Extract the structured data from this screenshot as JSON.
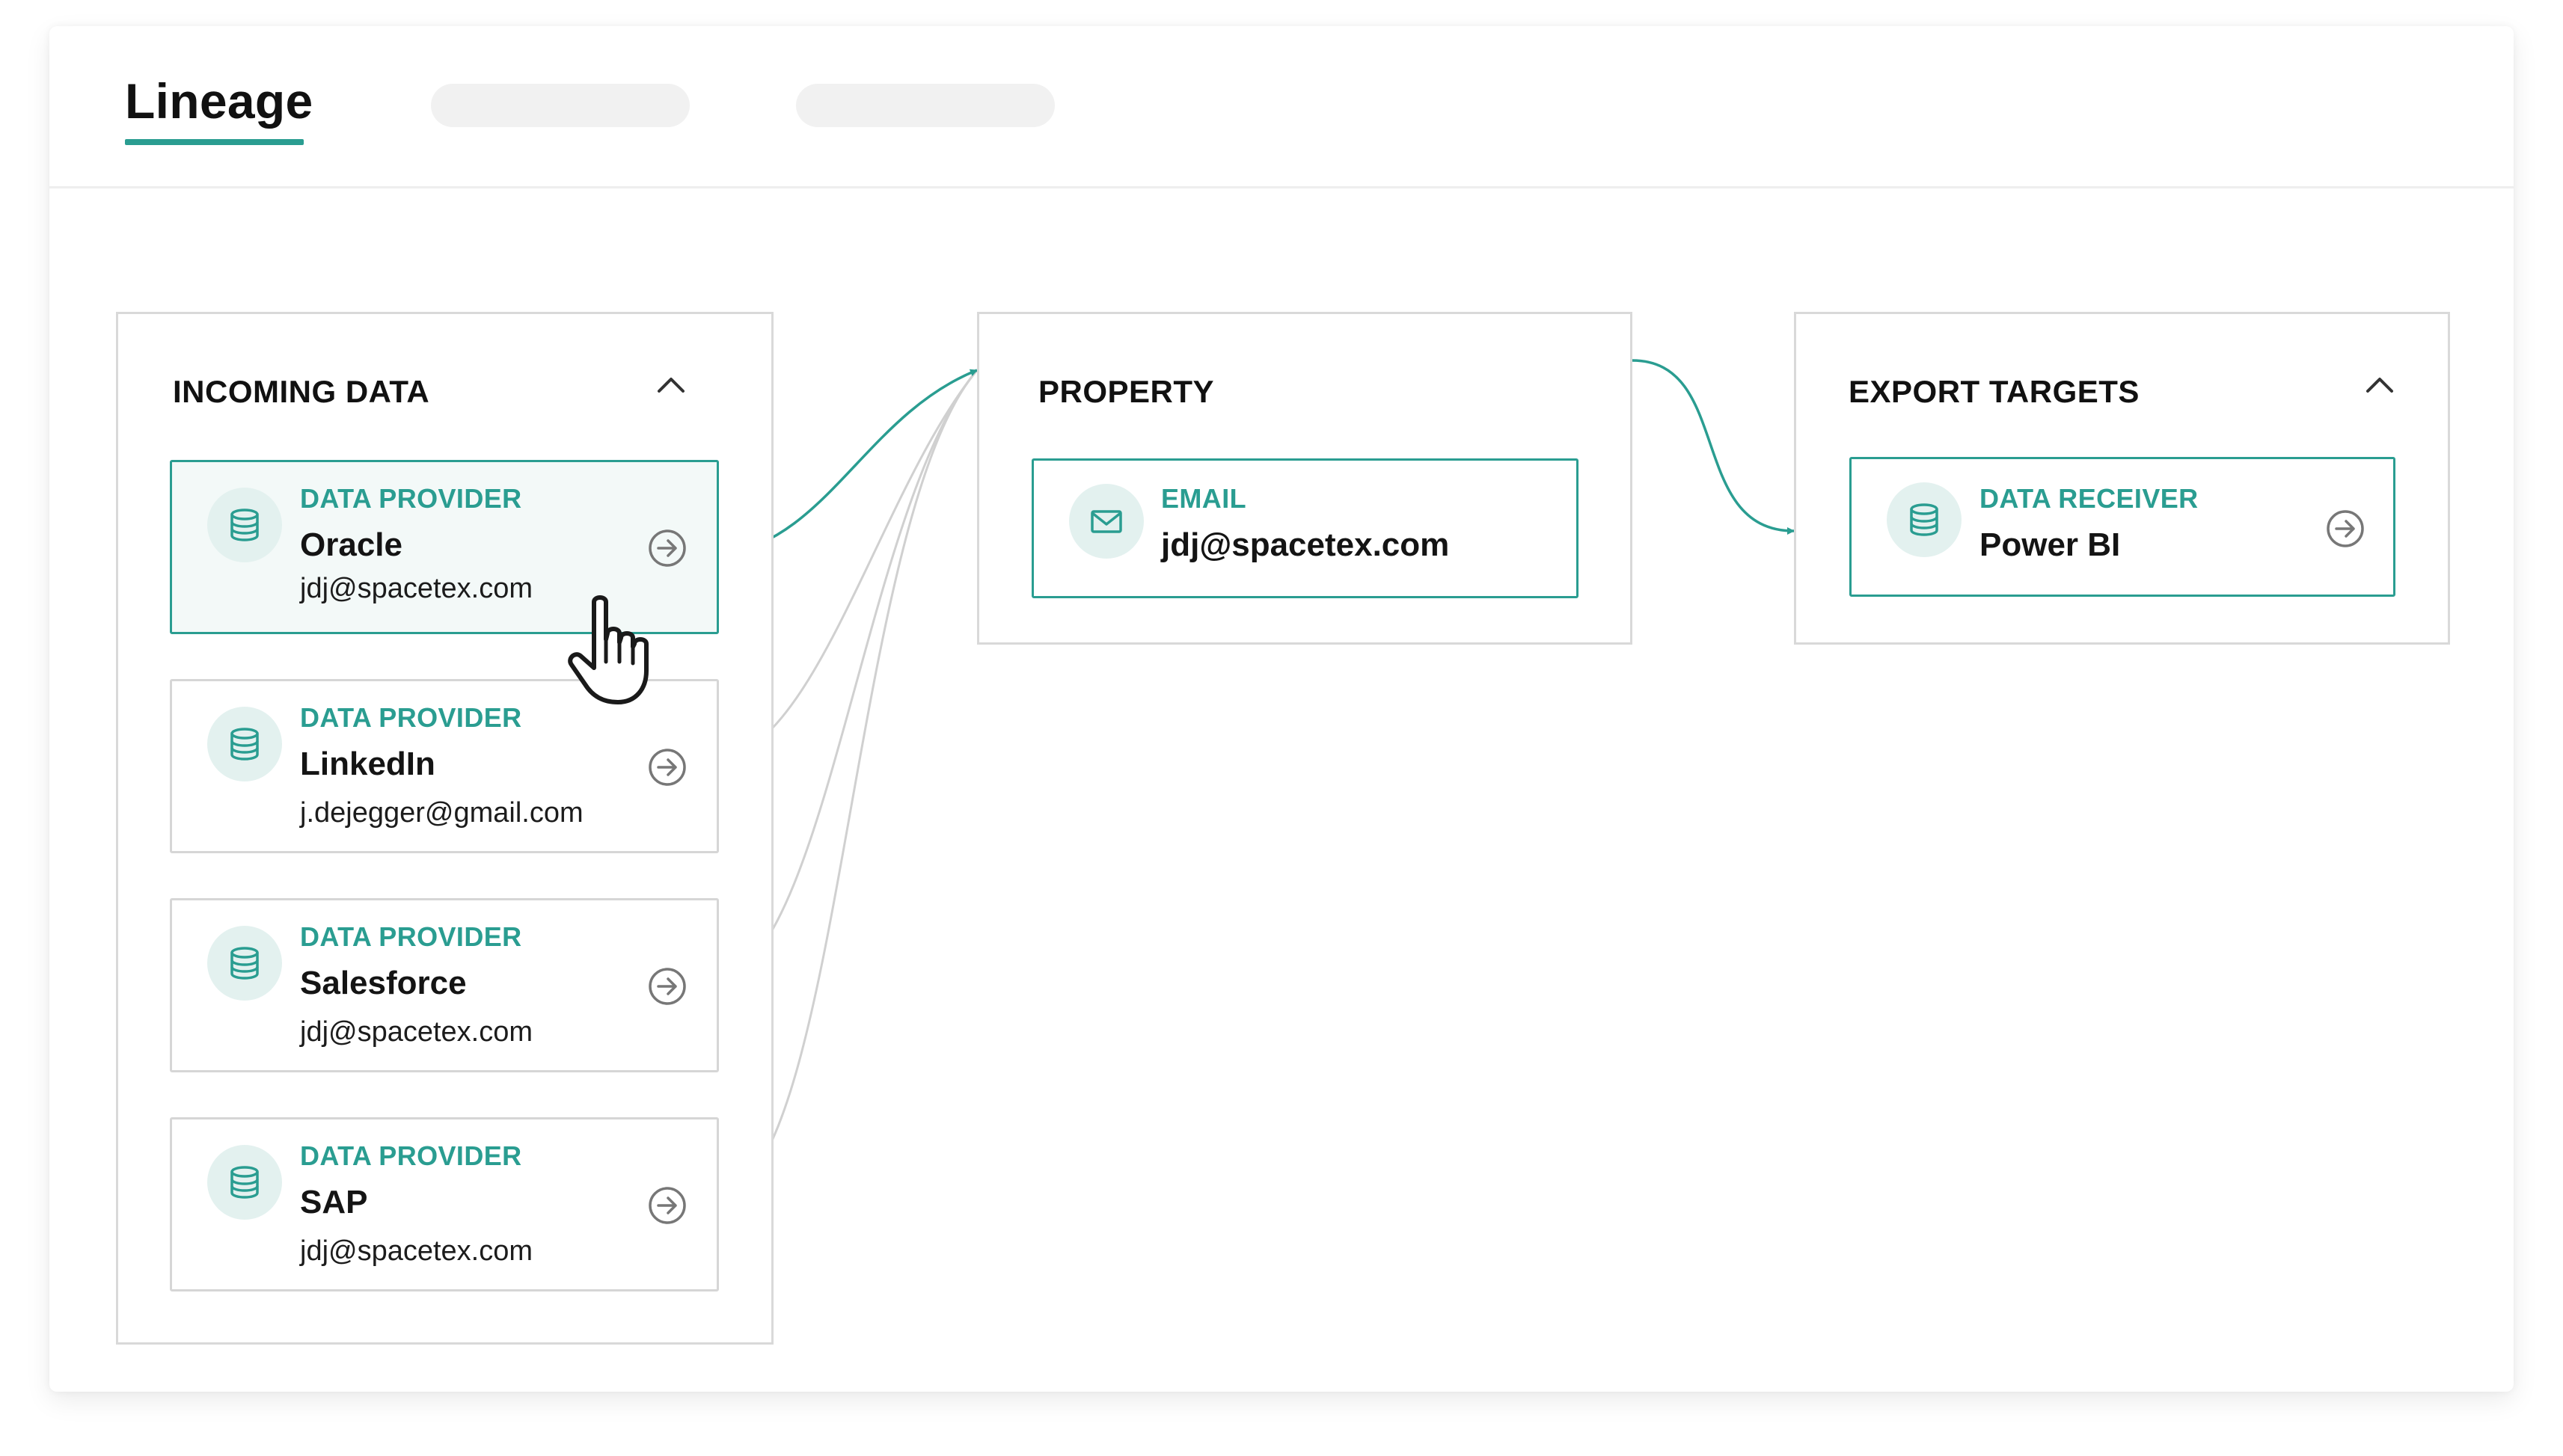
{
  "tabs": {
    "active_label": "Lineage"
  },
  "incoming": {
    "title": "INCOMING DATA",
    "collapse_icon": "chevron-up-icon",
    "items": [
      {
        "type": "DATA PROVIDER",
        "name": "Oracle",
        "sub": "jdj@spacetex.com",
        "icon": "database-icon",
        "selected": true
      },
      {
        "type": "DATA PROVIDER",
        "name": "LinkedIn",
        "sub": "j.dejegger@gmail.com",
        "icon": "database-icon",
        "selected": false
      },
      {
        "type": "DATA PROVIDER",
        "name": "Salesforce",
        "sub": "jdj@spacetex.com",
        "icon": "database-icon",
        "selected": false
      },
      {
        "type": "DATA PROVIDER",
        "name": "SAP",
        "sub": "jdj@spacetex.com",
        "icon": "database-icon",
        "selected": false
      }
    ]
  },
  "property": {
    "title": "PROPERTY",
    "item": {
      "type": "EMAIL",
      "name": "jdj@spacetex.com",
      "icon": "envelope-icon"
    }
  },
  "export": {
    "title": "EXPORT TARGETS",
    "collapse_icon": "chevron-up-icon",
    "item": {
      "type": "DATA RECEIVER",
      "name": "Power BI",
      "icon": "database-icon"
    }
  },
  "colors": {
    "accent": "#2a9d91",
    "border": "#d9d9d9",
    "inactive_link": "#cfcfcf",
    "icon_bg": "#e3f1ef"
  }
}
